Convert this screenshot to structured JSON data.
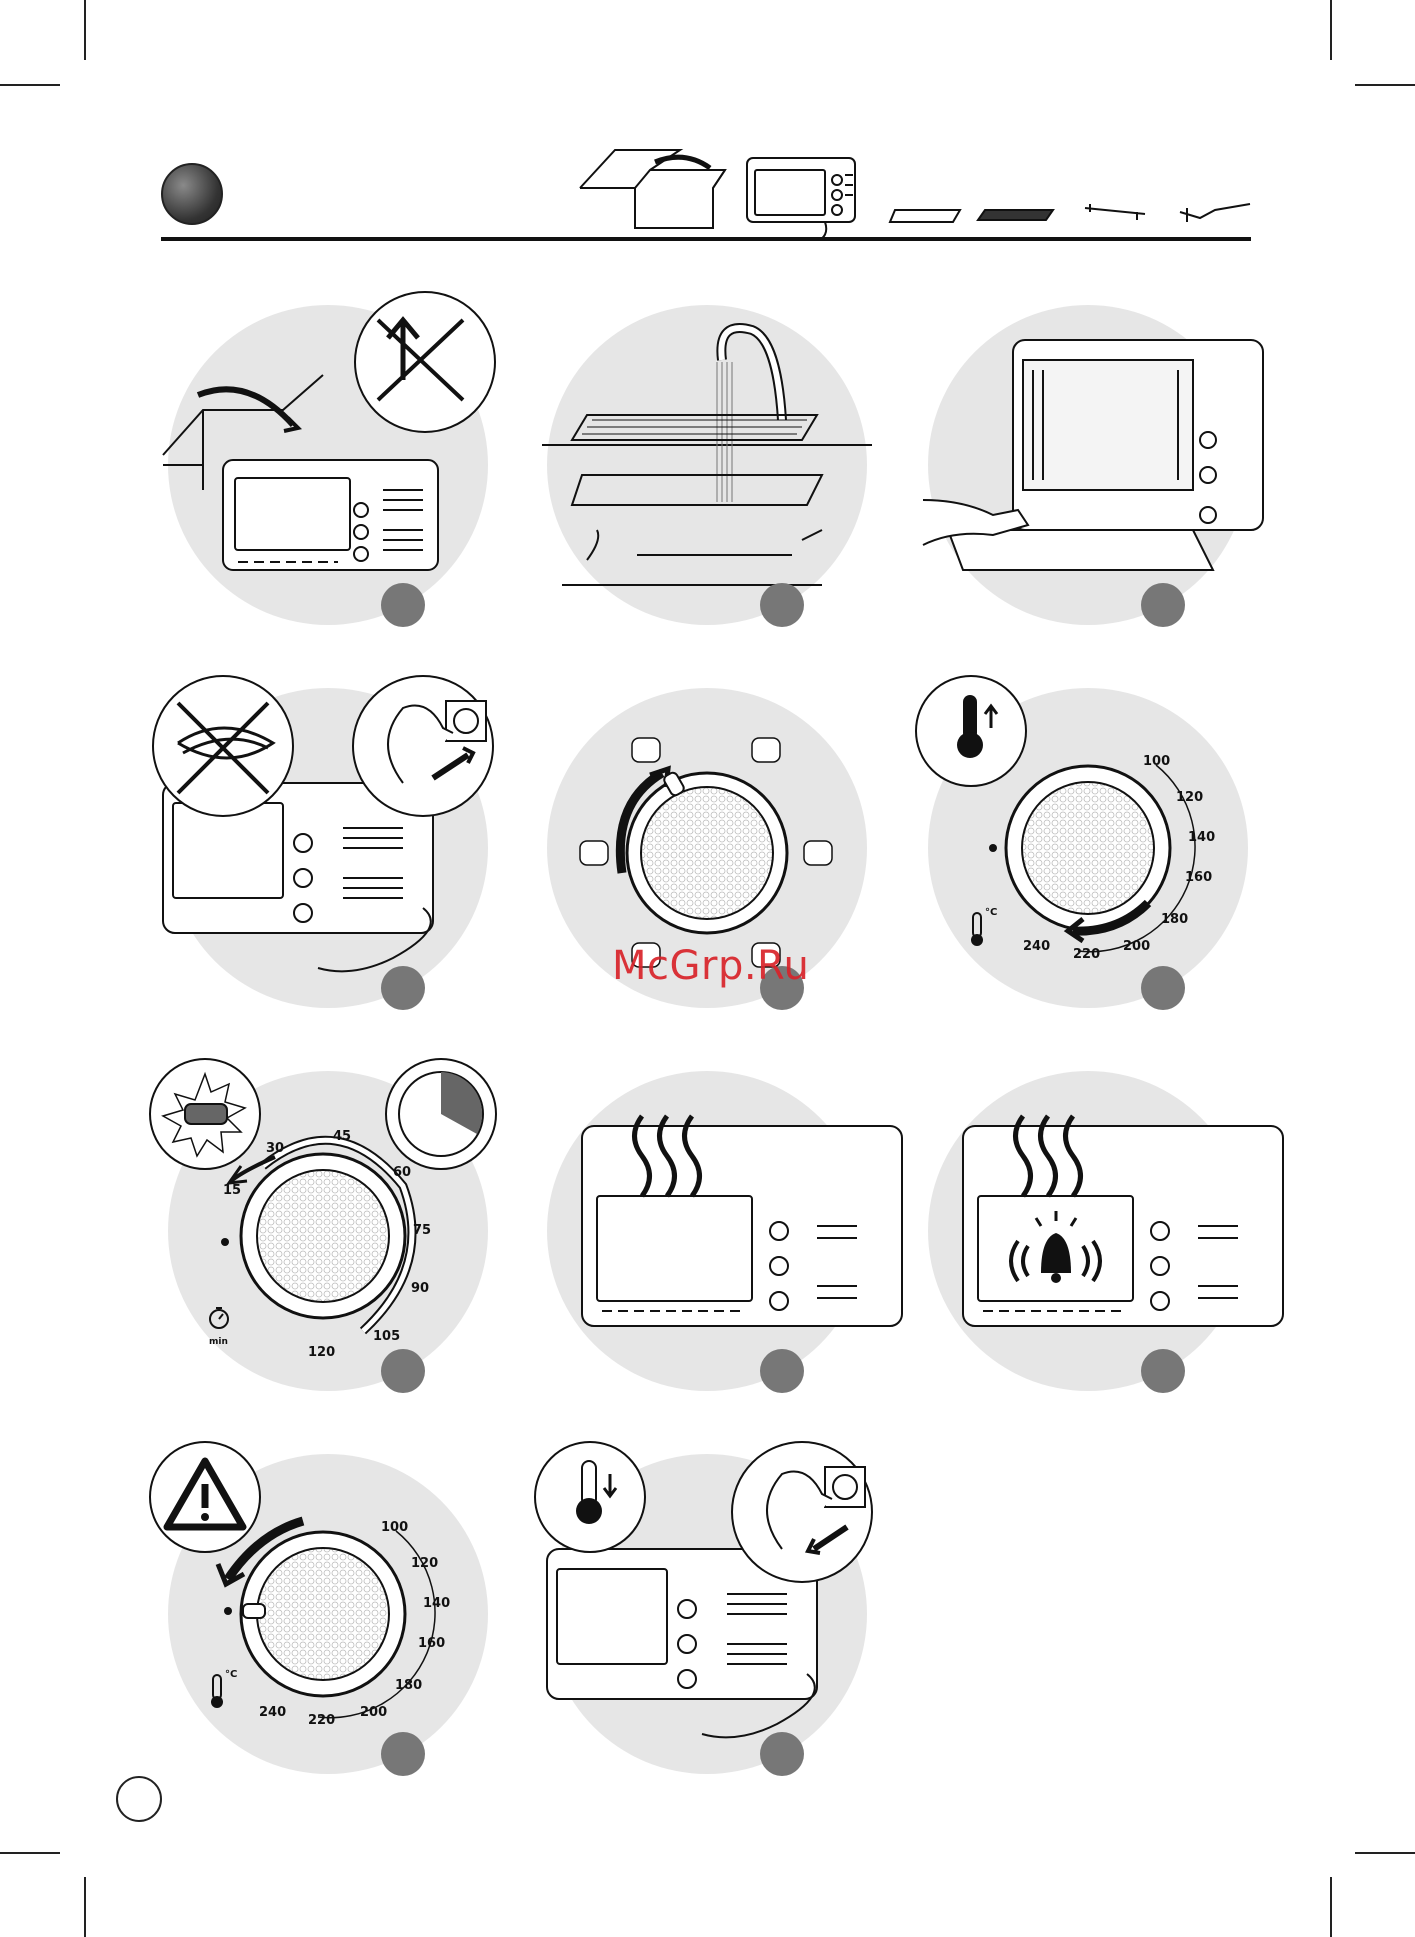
{
  "temp_scale": {
    "values": [
      "100",
      "120",
      "140",
      "160",
      "180",
      "200",
      "220",
      "240"
    ],
    "unit": "°C"
  },
  "timer_scale": {
    "values": [
      "15",
      "30",
      "45",
      "60",
      "75",
      "90",
      "105",
      "120"
    ],
    "unit": "min"
  },
  "watermark": "McGrp.Ru",
  "icons": {
    "header_step_dot": "step-number-dot-icon",
    "warning": "warning-triangle-icon",
    "alarm": "bell-alarm-icon",
    "thermometer_up": "thermometer-rising-icon",
    "thermometer_down": "thermometer-falling-icon",
    "timer": "stopwatch-icon"
  }
}
